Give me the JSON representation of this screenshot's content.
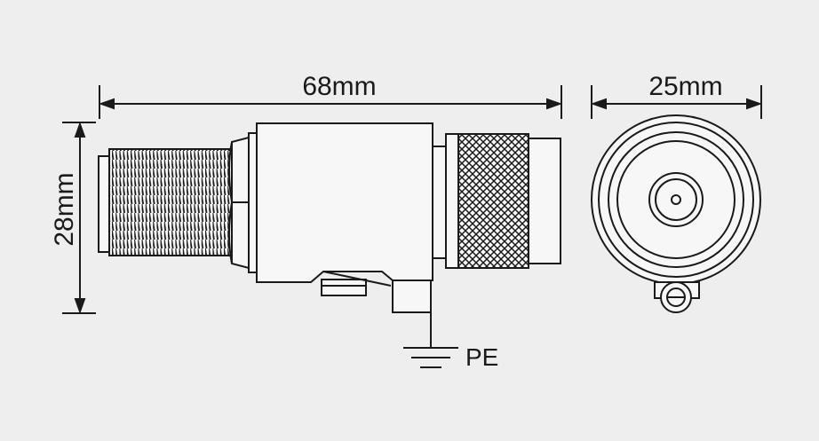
{
  "labels": {
    "length": "68mm",
    "diameter": "25mm",
    "height": "28mm",
    "ground": "PE"
  },
  "colors": {
    "background": "#eeeeee",
    "line": "#1a1a1a",
    "body_fill": "#f7f7f7"
  }
}
